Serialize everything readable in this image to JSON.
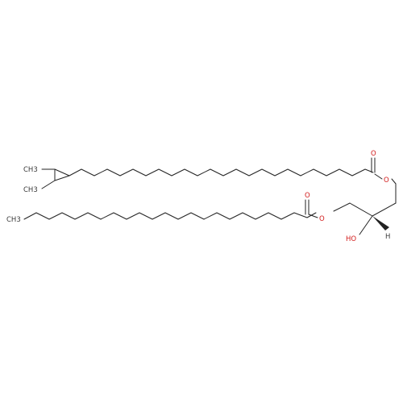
{
  "molecule": {
    "atom_labels": {
      "ch3_upper": "CH3",
      "ch3_middle": "CH3",
      "ch3_lower": "CH3",
      "o_carbonyl_upper": "O",
      "o_ester_upper": "O",
      "o_carbonyl_lower": "O",
      "o_ester_lower": "O",
      "hydroxyl": "HO",
      "stereo_h": "H"
    },
    "colors": {
      "carbon_bond": "#222222",
      "oxygen": "#d21c1c",
      "label_text": "#3a3a3a",
      "background": "#ffffff"
    }
  }
}
